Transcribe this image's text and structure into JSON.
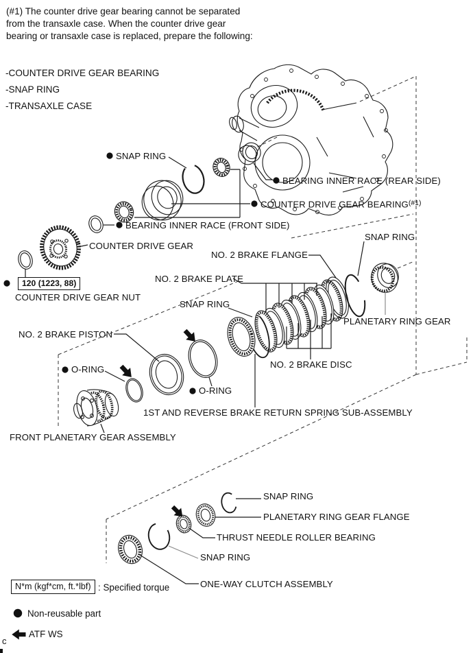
{
  "note": {
    "lines": [
      "(#1) The counter drive gear bearing cannot be separated",
      "from the transaxle case. When the counter drive gear",
      "bearing or transaxle case is replaced, prepare the following:"
    ]
  },
  "prepare_list": [
    "-COUNTER DRIVE GEAR BEARING",
    "-SNAP RING",
    "-TRANSAXLE CASE"
  ],
  "torque_spec": "120 (1223, 88)",
  "labels": {
    "snap_ring_top": "SNAP RING",
    "bearing_inner_race_rear": "BEARING INNER RACE (REAR SIDE)",
    "counter_drive_gear_bearing": "COUNTER DRIVE GEAR BEARING",
    "ref_mark": "(#1)",
    "bearing_inner_race_front": "BEARING INNER RACE (FRONT SIDE)",
    "counter_drive_gear": "COUNTER DRIVE GEAR",
    "counter_drive_gear_nut": "COUNTER DRIVE GEAR NUT",
    "snap_ring_upper_right": "SNAP RING",
    "no2_brake_flange": "NO. 2 BRAKE FLANGE",
    "no2_brake_plate": "NO. 2 BRAKE PLATE",
    "snap_ring_middle": "SNAP RING",
    "planetary_ring_gear": "PLANETARY RING GEAR",
    "no2_brake_piston": "NO. 2 BRAKE PISTON",
    "no2_brake_disc": "NO. 2 BRAKE DISC",
    "o_ring_1": "O-RING",
    "o_ring_2": "O-RING",
    "return_spring": "1ST AND REVERSE BRAKE RETURN SPRING SUB-ASSEMBLY",
    "front_planetary": "FRONT PLANETARY GEAR ASSEMBLY",
    "snap_ring_lower_1": "SNAP RING",
    "planetary_ring_gear_flange": "PLANETARY RING GEAR FLANGE",
    "thrust_needle_roller_bearing": "THRUST NEEDLE ROLLER BEARING",
    "snap_ring_lower_2": "SNAP RING",
    "one_way_clutch": "ONE-WAY CLUTCH ASSEMBLY"
  },
  "legend": {
    "torque_units": "N*m (kgf*cm, ft.*lbf)",
    "torque_desc": ": Specified torque",
    "non_reusable": "Non-reusable part",
    "atf": "ATF WS"
  },
  "footer_mark": "c",
  "colors": {
    "line": "#1a1a1a",
    "gray_leader": "#8c8c8c"
  }
}
